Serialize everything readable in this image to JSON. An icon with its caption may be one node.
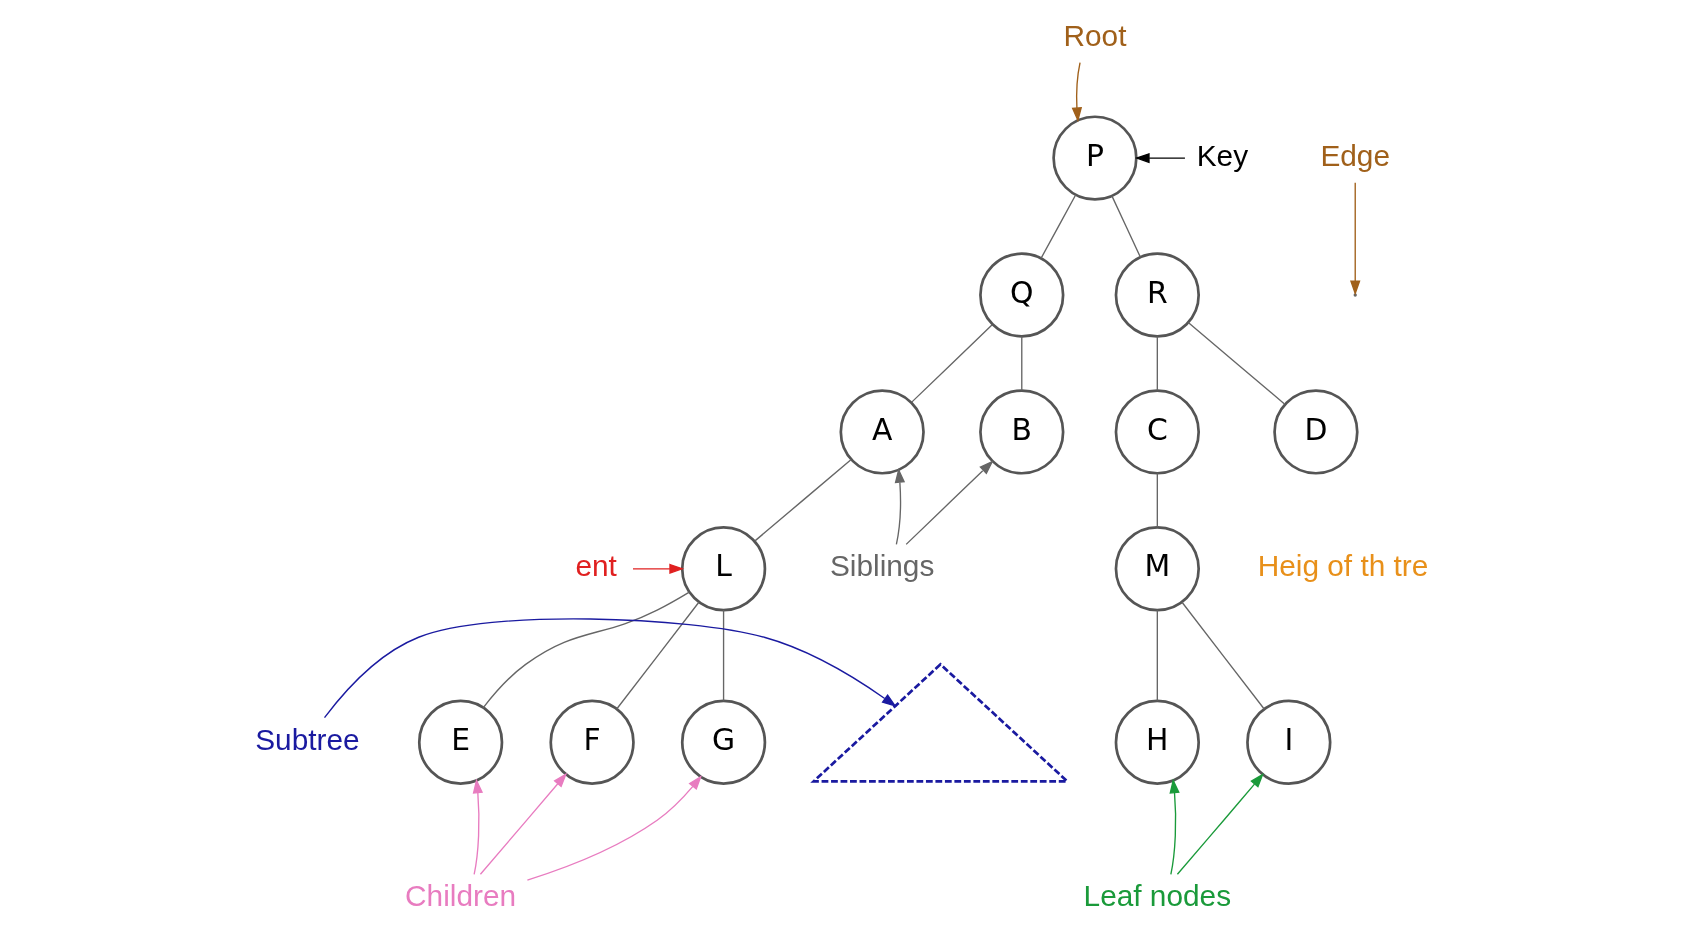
{
  "diagram": {
    "nodes": [
      {
        "text": [
          "P"
        ]
      },
      {
        "text": [
          "Q"
        ]
      },
      {
        "text": [
          "R"
        ]
      },
      {
        "text": [
          "A"
        ]
      },
      {
        "text": [
          "B"
        ]
      },
      {
        "text": [
          "C"
        ]
      },
      {
        "text": [
          "D"
        ]
      },
      {
        "text": [
          "L"
        ]
      },
      {
        "text": [
          "M"
        ]
      },
      {
        "text": [
          "E"
        ]
      },
      {
        "text": [
          "F"
        ]
      },
      {
        "text": [
          "G"
        ]
      },
      {
        "text": [
          "H"
        ]
      },
      {
        "text": [
          "I"
        ]
      },
      {
        "text": [
          "Root"
        ]
      },
      {
        "text": [
          "Key"
        ]
      },
      {
        "text": [
          "Edge"
        ]
      },
      {
        "text": [
          "Siblings"
        ]
      },
      {
        "text": [
          "ent"
        ]
      },
      {
        "text": [
          "Subtree"
        ]
      },
      {
        "text": [],
        "shape": "triangle"
      },
      {
        "text": [
          "Children"
        ]
      },
      {
        "text": [
          "Leaf nodes"
        ]
      }
    ],
    "edges": [
      {
        "from": 0,
        "to": 1,
        "arrow": "none"
      },
      {
        "from": 0,
        "to": 2,
        "arrow": "none"
      },
      {
        "from": 1,
        "to": 3,
        "arrow": "none"
      },
      {
        "from": 1,
        "to": 4,
        "arrow": "none"
      },
      {
        "from": 2,
        "to": 5,
        "arrow": "none"
      },
      {
        "from": 2,
        "to": 6,
        "arrow": "none"
      },
      {
        "from": 3,
        "to": 7,
        "arrow": "none"
      },
      {
        "from": 5,
        "to": 8,
        "arrow": "none"
      },
      {
        "from": 7,
        "to": 9,
        "arrow": "none"
      },
      {
        "from": 7,
        "to": 10,
        "arrow": "none"
      },
      {
        "from": 7,
        "to": 11,
        "arrow": "none"
      },
      {
        "from": 8,
        "to": 12,
        "arrow": "none"
      },
      {
        "from": 8,
        "to": 13,
        "arrow": "none"
      },
      {
        "from": 14,
        "to": 0,
        "arrow": "to",
        "color": "#a0601a"
      },
      {
        "from": 15,
        "to": 0,
        "arrow": "to",
        "color": "#000000"
      },
      {
        "from": 16,
        "to": null,
        "arrow": "to",
        "color": "#a0601a"
      },
      {
        "from": 17,
        "to": 3,
        "arrow": "to"
      },
      {
        "from": 17,
        "to": 4,
        "arrow": "to"
      },
      {
        "from": 18,
        "to": 7,
        "arrow": "to",
        "color": "#e02020"
      },
      {
        "from": 19,
        "to": 20,
        "arrow": "to",
        "color": "#1a1aa0"
      },
      {
        "from": 21,
        "to": 9,
        "arrow": "to",
        "color": "#e87cc0"
      },
      {
        "from": 21,
        "to": 10,
        "arrow": "to",
        "color": "#e87cc0"
      },
      {
        "from": 21,
        "to": 11,
        "arrow": "to",
        "color": "#e87cc0"
      },
      {
        "from": 22,
        "to": 12,
        "arrow": "to",
        "color": "#1a9a3a"
      },
      {
        "from": 22,
        "to": 13,
        "arrow": "to",
        "color": "#1a9a3a"
      }
    ],
    "labels": [
      "Heig of th tre"
    ]
  }
}
